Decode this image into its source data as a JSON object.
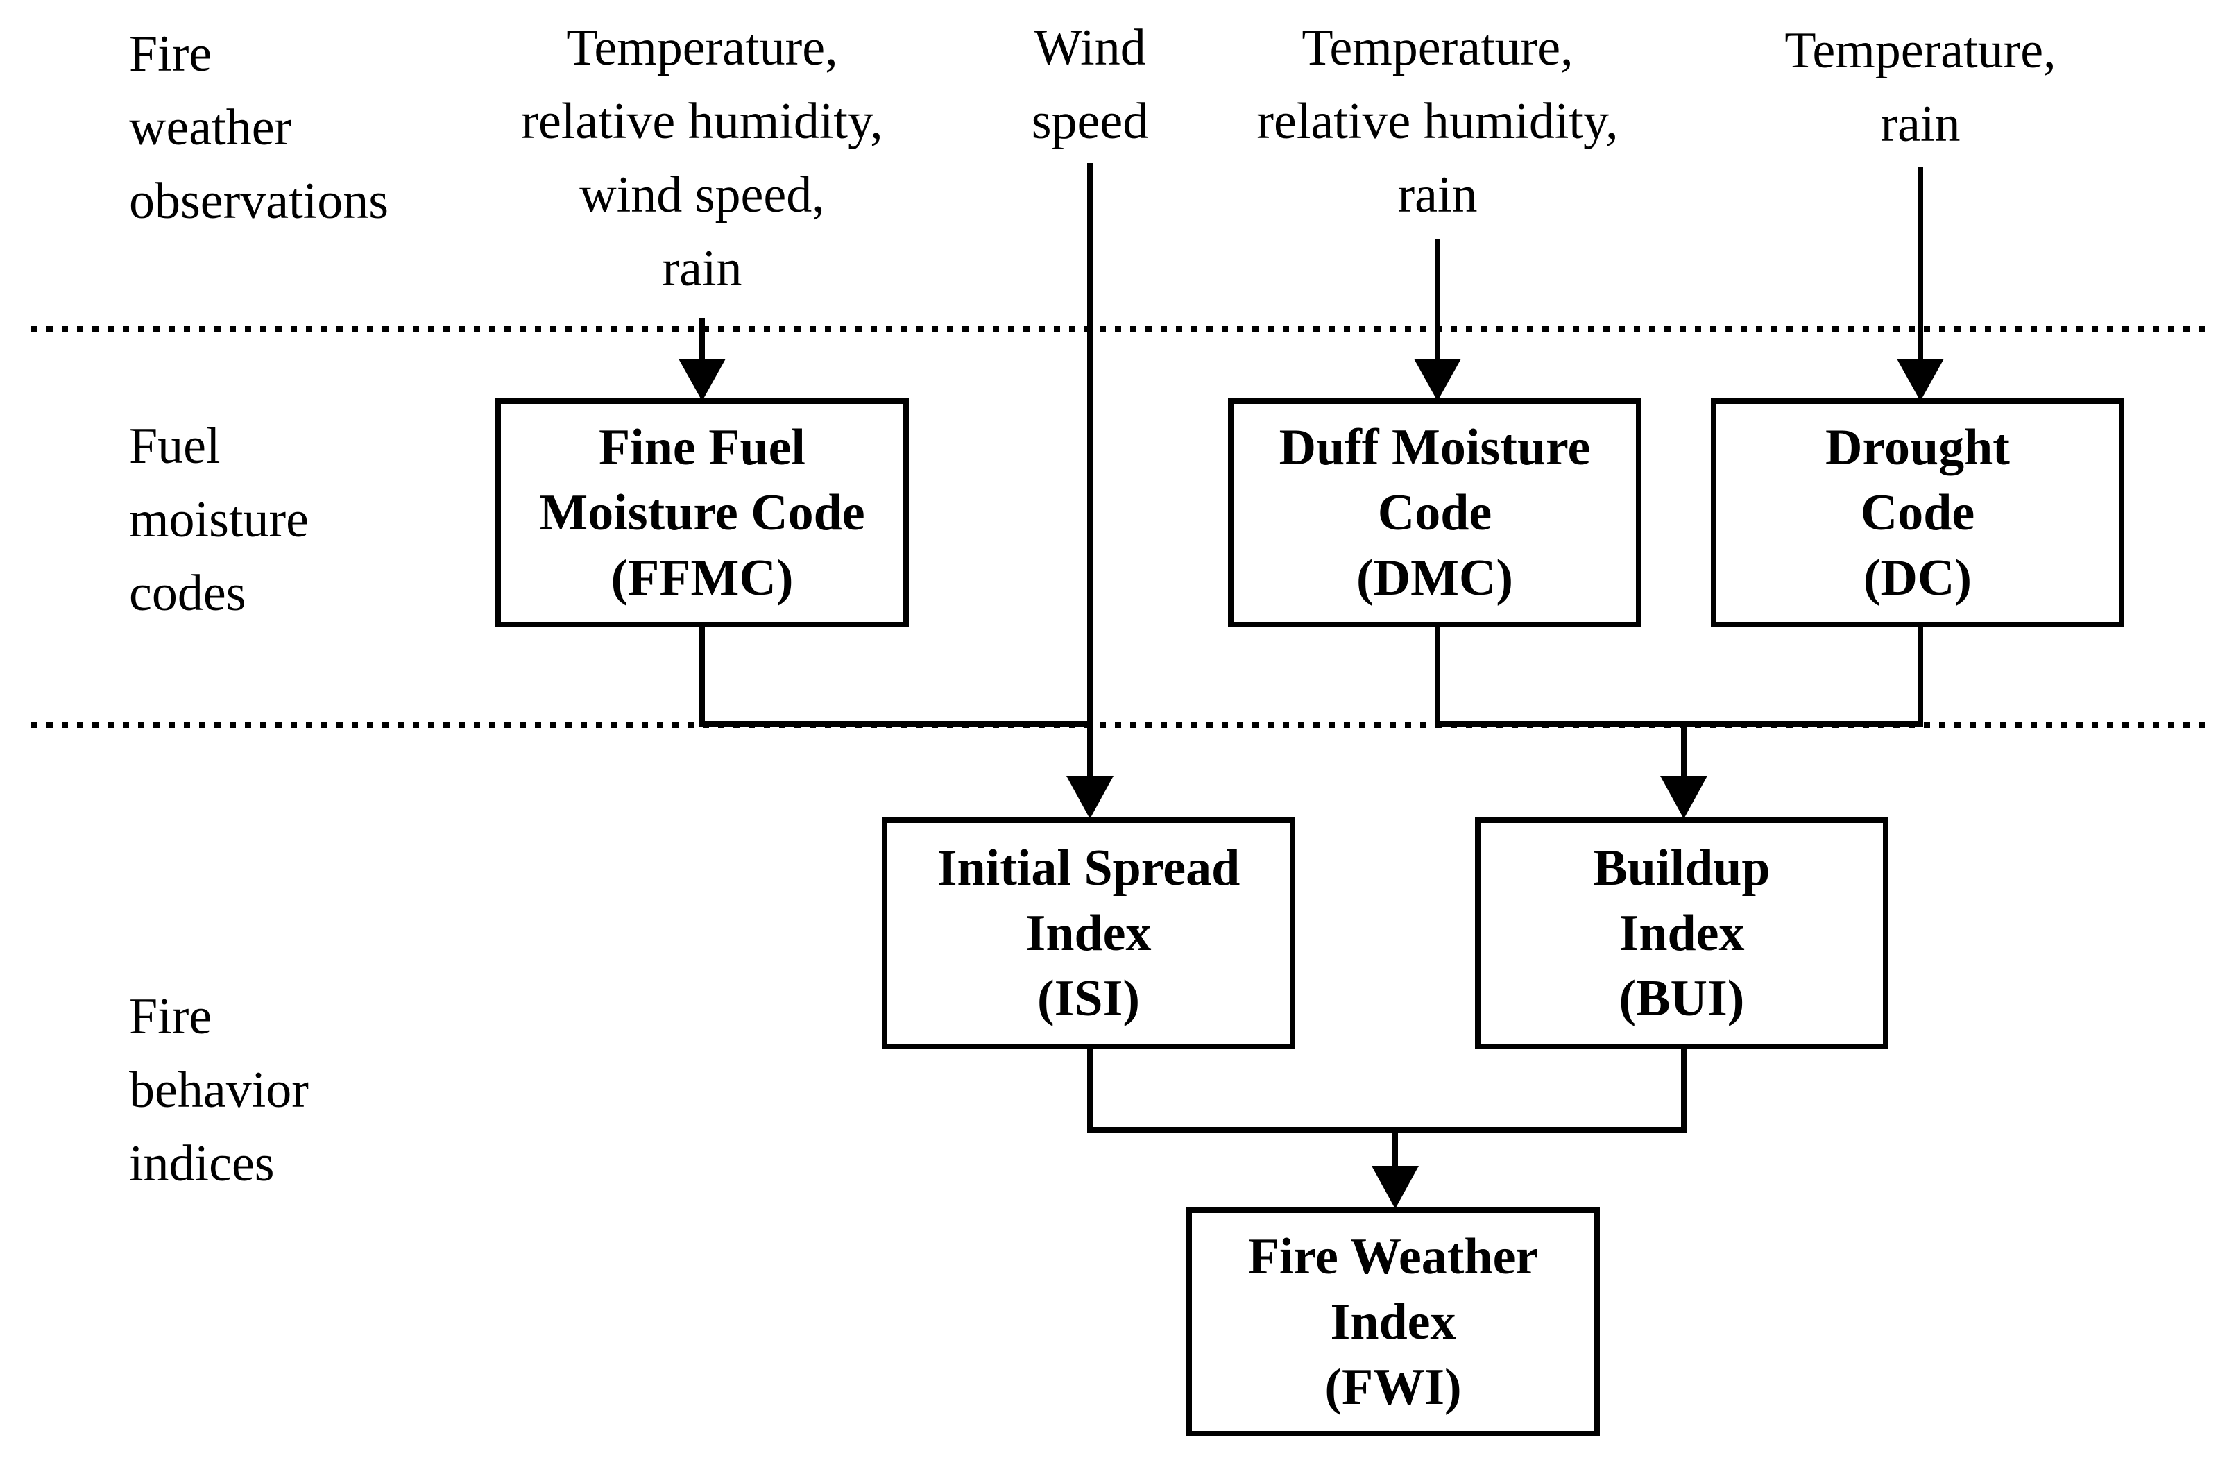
{
  "tiers": {
    "observations": [
      "Fire",
      "weather",
      "observations"
    ],
    "fuel_moisture": [
      "Fuel",
      "moisture",
      "codes"
    ],
    "behavior": [
      "Fire",
      "behavior",
      "indices"
    ]
  },
  "inputs": {
    "ffmc_inputs": [
      "Temperature,",
      "relative humidity,",
      "wind speed,",
      "rain"
    ],
    "wind": [
      "Wind",
      "speed"
    ],
    "dmc_inputs": [
      "Temperature,",
      "relative humidity,",
      "rain"
    ],
    "dc_inputs": [
      "Temperature,",
      "rain"
    ]
  },
  "boxes": {
    "ffmc": [
      "Fine Fuel",
      "Moisture Code",
      "(FFMC)"
    ],
    "dmc": [
      "Duff Moisture",
      "Code",
      "(DMC)"
    ],
    "dc": [
      "Drought",
      "Code",
      "(DC)"
    ],
    "isi": [
      "Initial Spread",
      "Index",
      "(ISI)"
    ],
    "bui": [
      "Buildup",
      "Index",
      "(BUI)"
    ],
    "fwi": [
      "Fire Weather",
      "Index",
      "(FWI)"
    ]
  }
}
